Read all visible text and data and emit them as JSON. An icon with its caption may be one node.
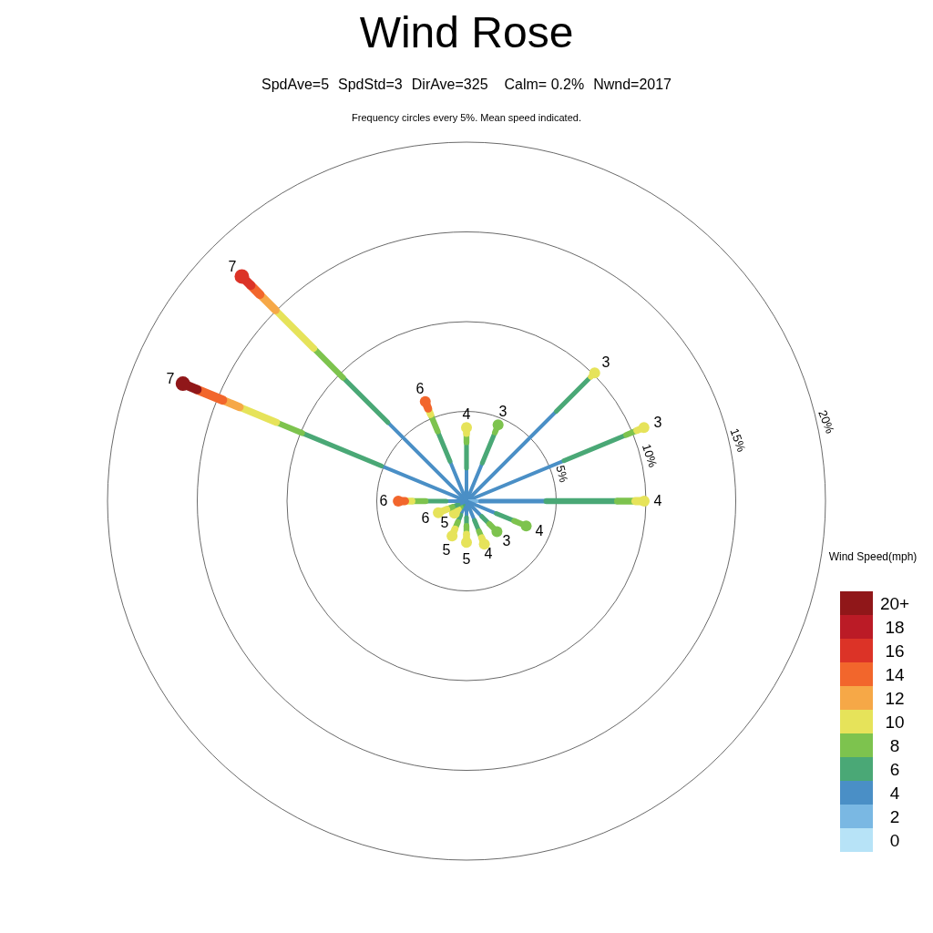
{
  "diagram": {
    "title": "Wind Rose",
    "labels": [
      "SpdAve=5",
      "SpdStd=3",
      "DirAve=325",
      "Calm= 0.2%",
      "Nwnd=2017",
      "Frequency circles every 5%. Mean speed indicated.",
      "7",
      "3",
      "7",
      "6",
      "4",
      "3",
      "20%",
      "3",
      "15%",
      "10%",
      "5%",
      "6",
      "4",
      "6",
      "5",
      "4",
      "3",
      "5",
      "4",
      "5",
      "Wind Speed(mph)"
    ],
    "legend": [
      {
        "text": "20+",
        "color": "#901719"
      },
      {
        "text": "18",
        "color": "#bb1b26"
      },
      {
        "text": "16",
        "color": "#dc3327"
      },
      {
        "text": "14",
        "color": "#f2662c"
      },
      {
        "text": "12",
        "color": "#f6a847"
      },
      {
        "text": "10",
        "color": "#e6e35a"
      },
      {
        "text": "8",
        "color": "#7dc34e"
      },
      {
        "text": "6",
        "color": "#4aa876"
      },
      {
        "text": "4",
        "color": "#4a8fc6"
      },
      {
        "text": "2",
        "color": "#7ab8e3"
      },
      {
        "text": "0",
        "color": "#b7e3f7"
      }
    ]
  }
}
